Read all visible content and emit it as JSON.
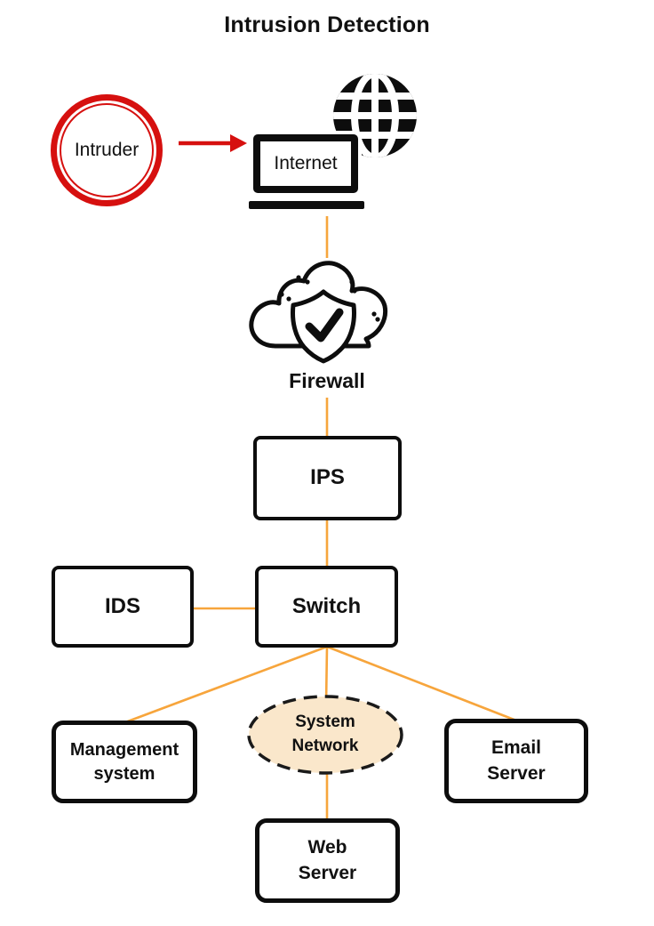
{
  "title": "Intrusion Detection",
  "colors": {
    "accent_orange": "#F7A53C",
    "alert_red": "#D6100F",
    "node_border": "#0D0D0D",
    "ellipse_fill": "#FAE7CB",
    "text_color": "#111111"
  },
  "nodes": {
    "intruder": {
      "label": "Intruder"
    },
    "internet": {
      "label": "Internet"
    },
    "firewall": {
      "label": "Firewall"
    },
    "ips": {
      "label": "IPS"
    },
    "ids": {
      "label": "IDS"
    },
    "switch": {
      "label": "Switch"
    },
    "management": {
      "lines": [
        "Management",
        "system"
      ]
    },
    "system_network": {
      "lines": [
        "System",
        "Network"
      ]
    },
    "email_server": {
      "lines": [
        "Email",
        "Server"
      ]
    },
    "web_server": {
      "lines": [
        "Web",
        "Server"
      ]
    }
  },
  "icons": {
    "globe": "globe-icon",
    "laptop": "laptop-icon",
    "cloud_shield": "cloud-shield-check-icon",
    "attack_arrow": "arrow-right-icon",
    "intruder_ring": "double-ring-icon"
  }
}
